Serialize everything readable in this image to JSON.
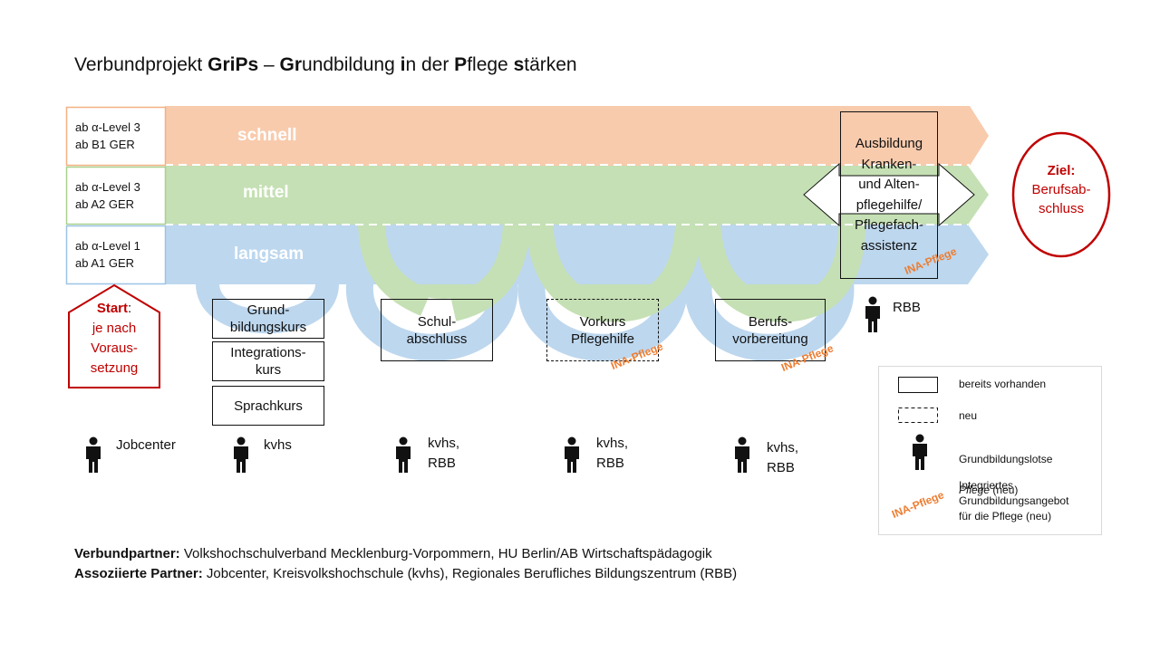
{
  "title": {
    "prefix": "Verbundprojekt ",
    "project": "GriPs",
    "dash": " – ",
    "parts": [
      {
        "bold": "Gr",
        "normal": "undbildung "
      },
      {
        "bold": "i",
        "normal": "n der "
      },
      {
        "bold": "P",
        "normal": "flege "
      },
      {
        "bold": "s",
        "normal": "tärken"
      }
    ]
  },
  "levels": [
    {
      "line1": "ab α-Level 3",
      "line2": "ab B1 GER",
      "speed": "schnell",
      "color": "#f8cbad"
    },
    {
      "line1": "ab α-Level  3",
      "line2": "ab A2 GER",
      "speed": "mittel",
      "color": "#c5e0b4"
    },
    {
      "line1": "ab α-Level  1",
      "line2": "ab A1 GER",
      "speed": "langsam",
      "color": "#bdd7ee"
    }
  ],
  "start": {
    "bold": "Start",
    "rest": ":",
    "lines": "je nach\nVoraus-\nsetzung",
    "color": "#c00000"
  },
  "goal": {
    "bold": "Ziel:",
    "lines": "Berufsab-\nschluss",
    "color": "#c00000"
  },
  "courses": {
    "grund": "Grund-\nbildungskurs",
    "integration": "Integrations-\nkurs",
    "sprach": "Sprachkurs",
    "schul": "Schul-\nabschluss",
    "vorkurs": "Vorkurs\nPflegehilfe",
    "berufs": "Berufs-\nvorbereitung",
    "ausbildung": "Ausbildung\nKranken-\nund Alten-\npflegehilfe/\nPflegefach-\nassistenz"
  },
  "ina_label": "INA-Pflege",
  "ina_color": "#ed7d31",
  "actors": {
    "jobcenter": "Jobcenter",
    "kvhs": "kvhs",
    "kvhs_rbb_1": "kvhs,\nRBB",
    "kvhs_rbb_2": "kvhs,\nRBB",
    "kvhs_rbb_3": "kvhs,\nRBB",
    "rbb": "RBB"
  },
  "legend": {
    "solid": "bereits vorhanden",
    "dashed": "neu",
    "person": "Grundbildungslotse",
    "person_italic": "Pflege",
    "person_suffix": " (neu)",
    "ina": "Integriertes\nGrundbildungsangebot\nfür die Pflege (neu)"
  },
  "partners": {
    "label1": "Verbundpartner:",
    "text1": " Volkshochschulverband Mecklenburg-Vorpommern, HU Berlin/AB Wirtschaftspädagogik",
    "label2": "Assoziierte Partner:",
    "text2": " Jobcenter, Kreisvolkshochschule (kvhs), Regionales Berufliches Bildungszentrum (RBB)"
  }
}
